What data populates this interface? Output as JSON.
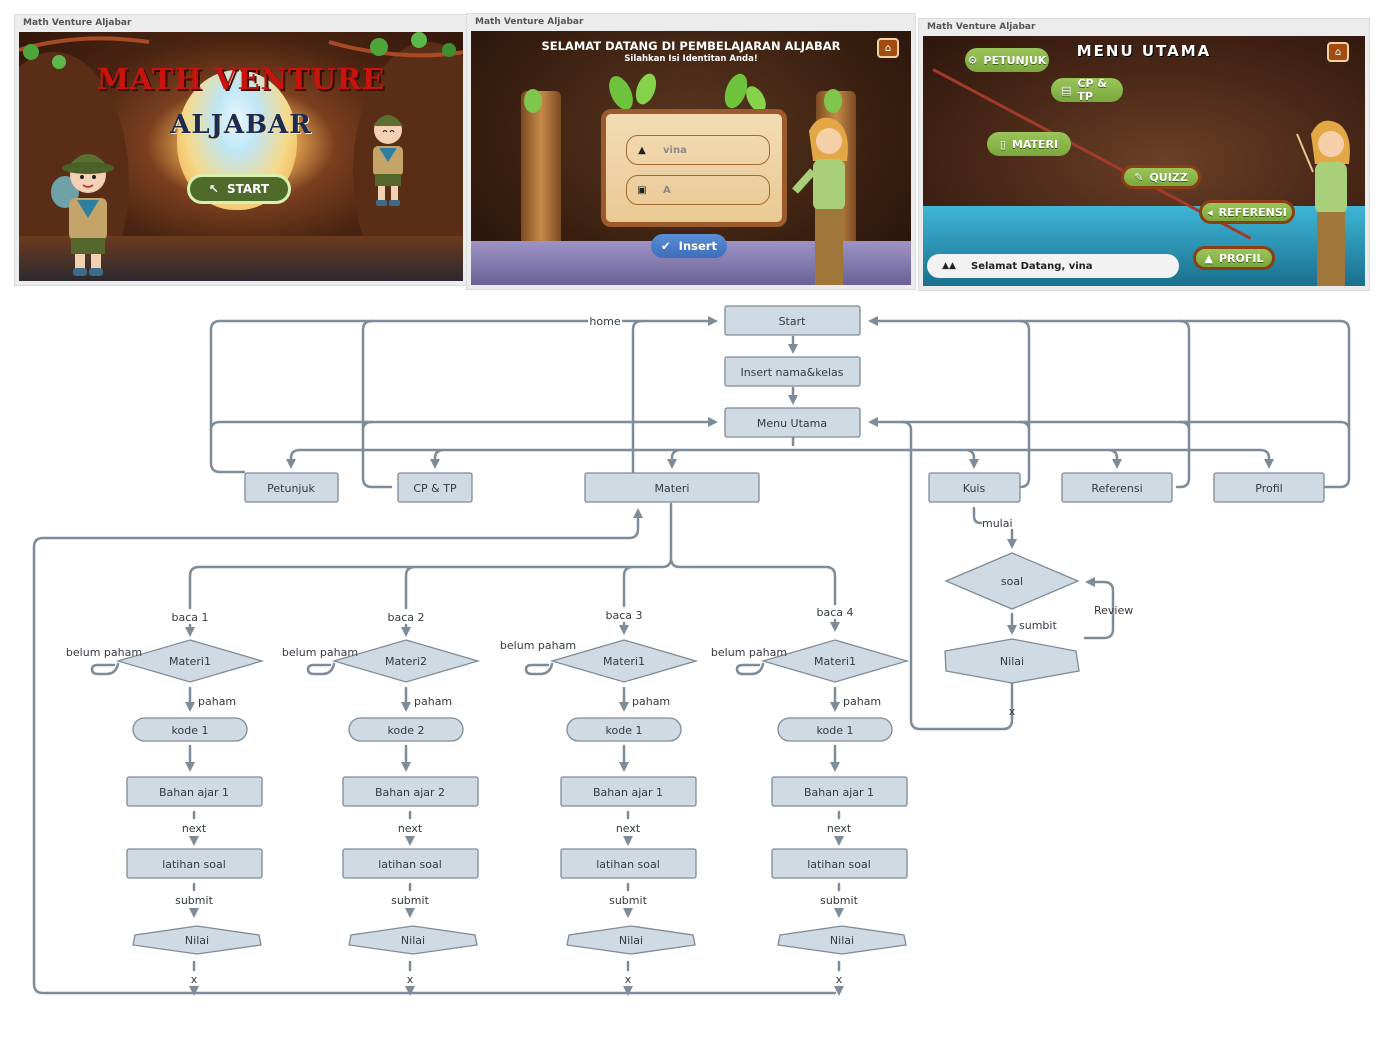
{
  "screens": [
    {
      "window_title": "Math Venture Aljabar",
      "title_line1": "MATH VENTURE",
      "title_line2": "ALJABAR",
      "start_button": {
        "label": "START",
        "icon": "cursor-icon"
      }
    },
    {
      "window_title": "Math Venture Aljabar",
      "heading": "SELAMAT DATANG DI PEMBELAJARAN ALJABAR",
      "subheading": "Silahkan Isi Identitan Anda!",
      "home_icon": "home-icon",
      "fields": [
        {
          "name": "name-field",
          "icon": "user-icon",
          "value": "vina"
        },
        {
          "name": "class-field",
          "icon": "archive-icon",
          "value": "A"
        }
      ],
      "insert_button": {
        "label": "Insert",
        "icon": "check-circle-icon"
      }
    },
    {
      "window_title": "Math Venture Aljabar",
      "heading": "MENU UTAMA",
      "home_icon": "home-icon",
      "menu": [
        {
          "label": "PETUNJUK",
          "icon": "gear-icon"
        },
        {
          "label": "CP & TP",
          "icon": "clipboard-icon"
        },
        {
          "label": "MATERI",
          "icon": "book-icon"
        },
        {
          "label": "QUIZZ",
          "icon": "pencil-icon"
        },
        {
          "label": "REFERENSI",
          "icon": "megaphone-icon"
        },
        {
          "label": "PROFIL",
          "icon": "user-icon"
        }
      ],
      "welcome": {
        "icon": "users-icon",
        "text": "Selamat Datang, vina"
      }
    }
  ],
  "flowchart": {
    "top": {
      "start": "Start",
      "insert": "Insert nama&kelas",
      "menu": "Menu Utama",
      "home_label": "home"
    },
    "menu_items": [
      "Petunjuk",
      "CP & TP",
      "Materi",
      "Kuis",
      "Referensi",
      "Profil"
    ],
    "quiz": {
      "mulai": "mulai",
      "soal": "soal",
      "sumbit": "sumbit",
      "review": "Review",
      "nilai": "Nilai",
      "x": "x"
    },
    "branches": [
      {
        "baca": "baca 1",
        "materi": "Materi1",
        "belum": "belum paham",
        "paham": "paham",
        "kode": "kode 1",
        "bahan": "Bahan ajar 1",
        "next": "next",
        "latihan": "latihan soal",
        "submit": "submit",
        "nilai": "Nilai",
        "x": "x"
      },
      {
        "baca": "baca 2",
        "materi": "Materi2",
        "belum": "belum paham",
        "paham": "paham",
        "kode": "kode 2",
        "bahan": "Bahan ajar 2",
        "next": "next",
        "latihan": "latihan soal",
        "submit": "submit",
        "nilai": "Nilai",
        "x": "x"
      },
      {
        "baca": "baca 3",
        "materi": "Materi1",
        "belum": "belum paham",
        "paham": "paham",
        "kode": "kode 1",
        "bahan": "Bahan ajar 1",
        "next": "next",
        "latihan": "latihan soal",
        "submit": "submit",
        "nilai": "Nilai",
        "x": "x"
      },
      {
        "baca": "baca 4",
        "materi": "Materi1",
        "belum": "belum paham",
        "paham": "paham",
        "kode": "kode 1",
        "bahan": "Bahan ajar 1",
        "next": "next",
        "latihan": "latihan soal",
        "submit": "submit",
        "nilai": "Nilai",
        "x": "x"
      }
    ]
  }
}
